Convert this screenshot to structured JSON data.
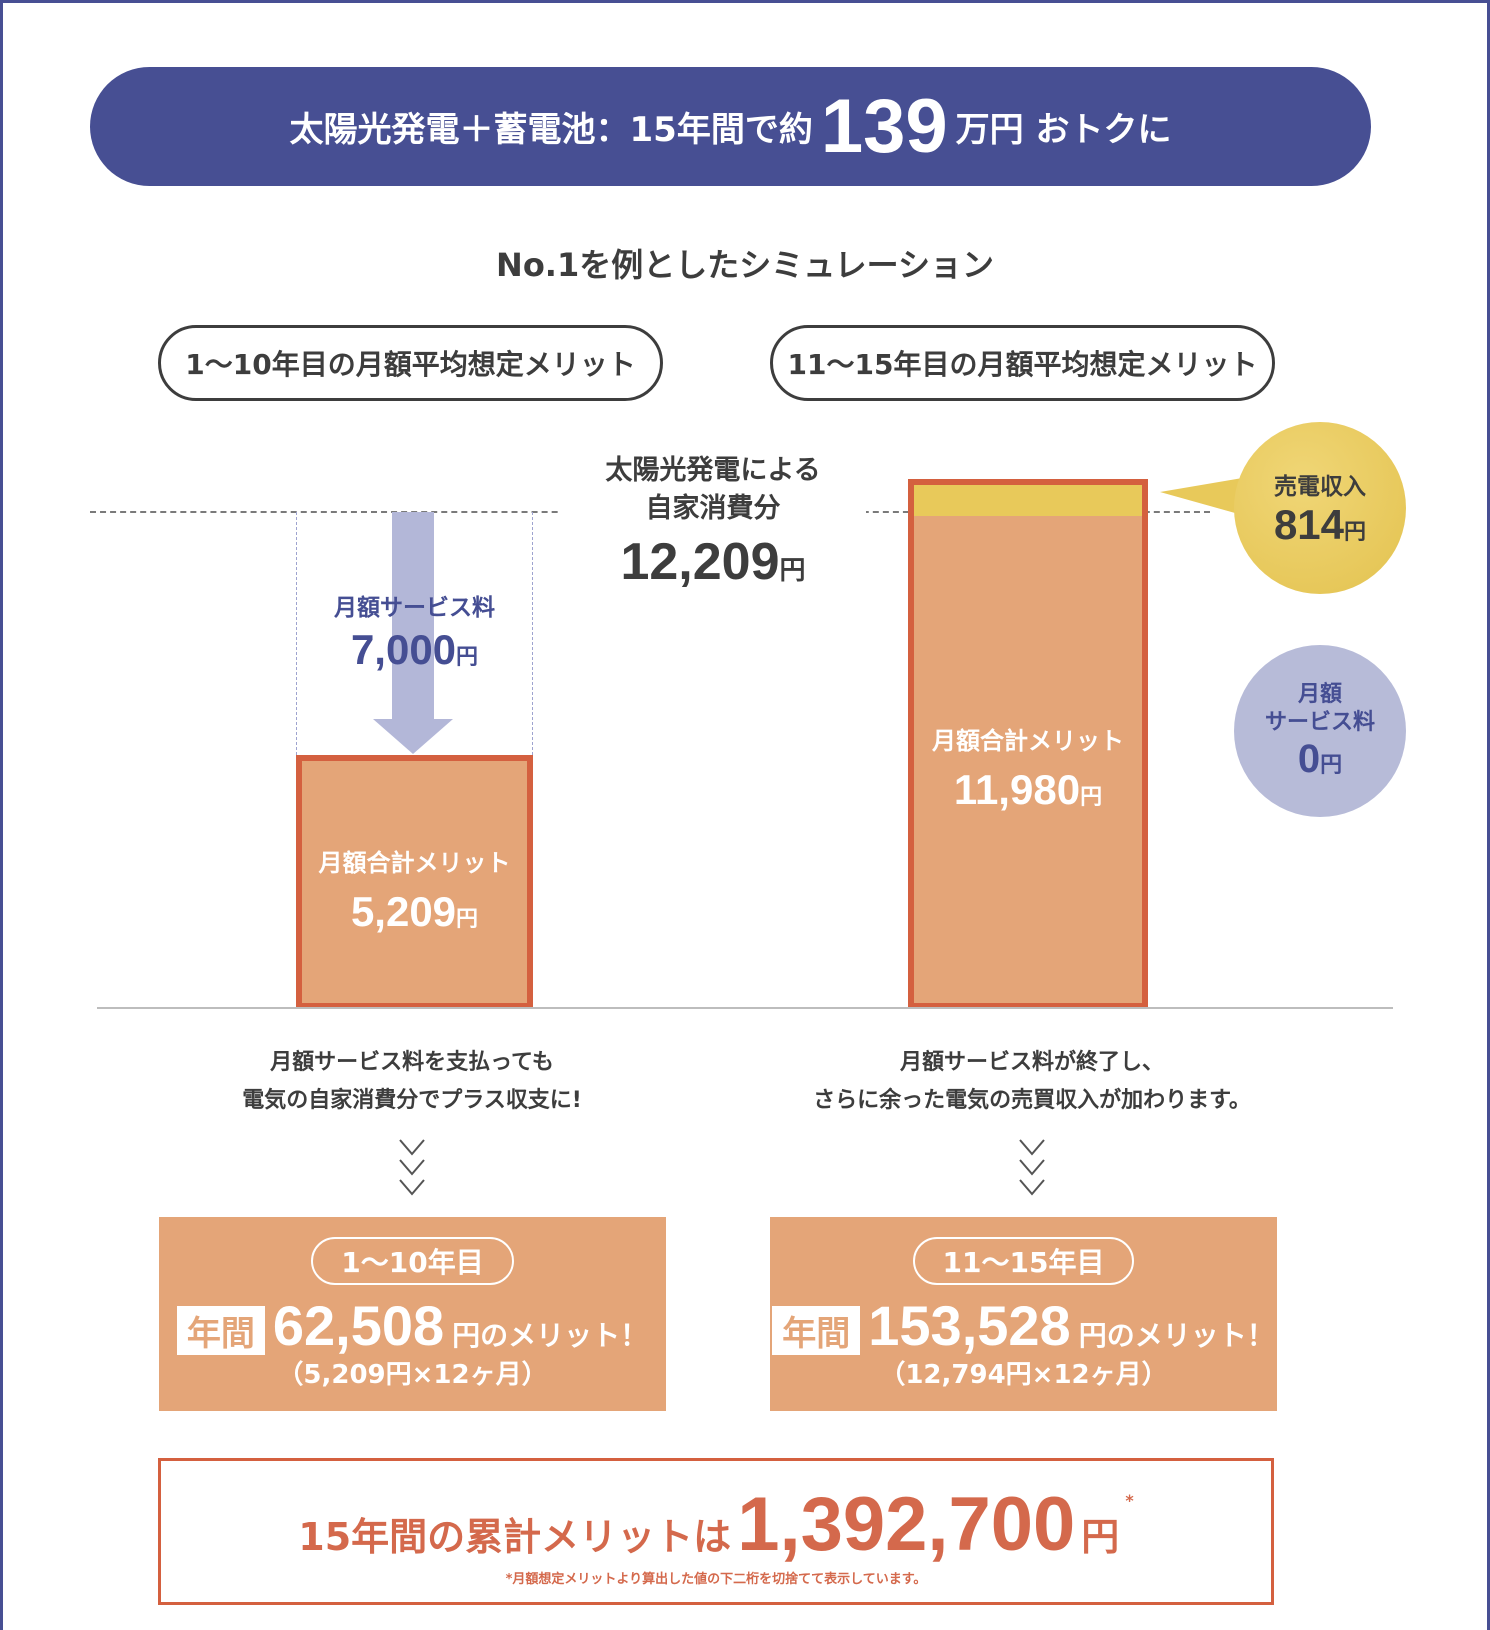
{
  "banner": {
    "prefix": "太陽光発電＋蓄電池：15年間で約",
    "amount": "139",
    "suffix": "万円 おトクに"
  },
  "subtitle": "No.1を例としたシミュレーション",
  "periods": {
    "left": "1〜10年目の月額平均想定メリット",
    "right": "11〜15年目の月額平均想定メリット"
  },
  "self_consumption": {
    "label_line1": "太陽光発電による",
    "label_line2": "自家消費分",
    "amount": "12,209",
    "unit": "円"
  },
  "service_fee": {
    "label": "月額サービス料",
    "amount": "7,000",
    "unit": "円"
  },
  "left_bar": {
    "label": "月額合計メリット",
    "amount": "5,209",
    "unit": "円"
  },
  "right_bar": {
    "label": "月額合計メリット",
    "amount": "11,980",
    "unit": "円"
  },
  "sale_income": {
    "label": "売電収入",
    "amount": "814",
    "unit": "円"
  },
  "fee_zero": {
    "label_line1": "月額",
    "label_line2": "サービス料",
    "amount": "0",
    "unit": "円"
  },
  "captions": {
    "left": [
      "月額サービス料を支払っても",
      "電気の自家消費分でプラス収支に!"
    ],
    "right": [
      "月額サービス料が終了し、",
      "さらに余った電気の売買収入が加わります。"
    ]
  },
  "results": [
    {
      "period": "1〜10年目",
      "annual_label": "年間",
      "amount": "62,508",
      "suffix": "円のメリット！",
      "calc": "（5,209円×12ヶ月）"
    },
    {
      "period": "11〜15年目",
      "annual_label": "年間",
      "amount": "153,528",
      "suffix": "円のメリット！",
      "calc": "（12,794円×12ヶ月）"
    }
  ],
  "total": {
    "prefix": "15年間の累計メリットは",
    "amount": "1,392,700",
    "unit": "円",
    "asterisk": "*",
    "note": "*月額想定メリットより算出した値の下二桁を切捨てて表示しています。"
  },
  "colors": {
    "navy": "#474f93",
    "orange": "#e4a578",
    "orange_border": "#d4603f",
    "yellow": "#e8c95a",
    "lavender": "#b7bbd8"
  }
}
